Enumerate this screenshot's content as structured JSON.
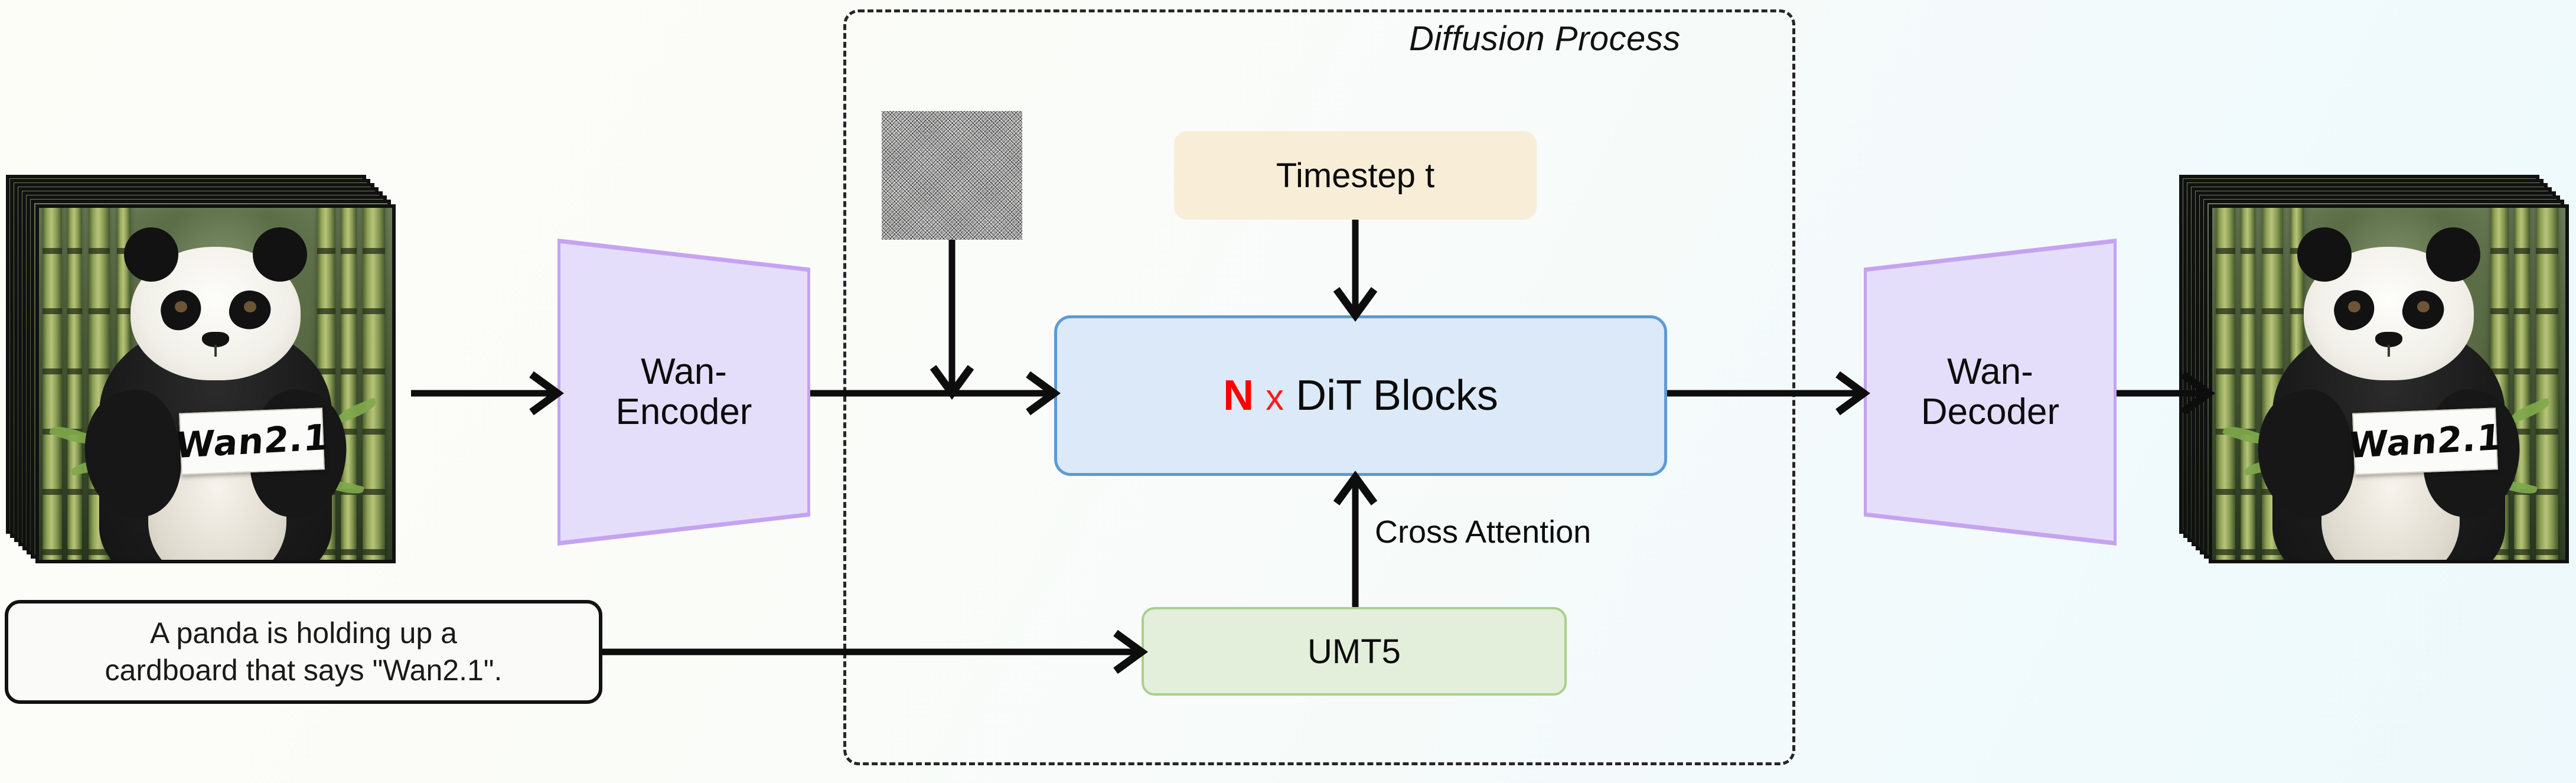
{
  "diagram": {
    "title": "Wan2.1 video diffusion pipeline",
    "background_left_color": "#FDFDFA",
    "background_right_color": "#F1FAFC"
  },
  "diffusion_region": {
    "label": "Diffusion Process",
    "border_style": "dash-dot",
    "border_color": "#262626"
  },
  "input": {
    "frame_stack_name": "input video frames",
    "sign_text": "Wan2.1",
    "frame_count": 8
  },
  "output": {
    "frame_stack_name": "generated video frames",
    "sign_text": "Wan2.1",
    "frame_count": 8
  },
  "prompt": {
    "text": "A panda is holding up a\ncardboard that says \"Wan2.1\".",
    "border_color": "#121212"
  },
  "encoder": {
    "label": "Wan-\nEncoder",
    "fill": "#E5DEFB",
    "stroke": "#C5A3F0"
  },
  "decoder": {
    "label": "Wan-\nDecoder",
    "fill": "#E5DEFB",
    "stroke": "#C5A3F0"
  },
  "timestep": {
    "label": "Timestep t",
    "fill": "#F8EDD7"
  },
  "dit": {
    "multiplier": "N",
    "times": "x",
    "label": "DiT Blocks",
    "fill": "#DCE9F8",
    "stroke": "#5B9BD5",
    "multiplier_color": "#FF0000"
  },
  "text_encoder": {
    "label": "UMT5",
    "fill": "#E3EFDA",
    "stroke": "#A9D08E"
  },
  "noise": {
    "label": "noise-patch",
    "description": "random gaussian noise tile"
  },
  "edges": {
    "cross_attention_label": "Cross Attention",
    "frames_to_encoder": "arrow-frames-to-encoder",
    "encoder_to_dit": "arrow-encoder-to-dit",
    "noise_to_latent": "arrow-noise-to-latent",
    "timestep_to_dit": "arrow-timestep-to-dit",
    "umt5_to_dit": "arrow-umt5-to-dit",
    "prompt_to_umt5": "arrow-prompt-to-umt5",
    "dit_to_decoder": "arrow-dit-to-decoder",
    "decoder_to_frames": "arrow-decoder-to-frames"
  }
}
